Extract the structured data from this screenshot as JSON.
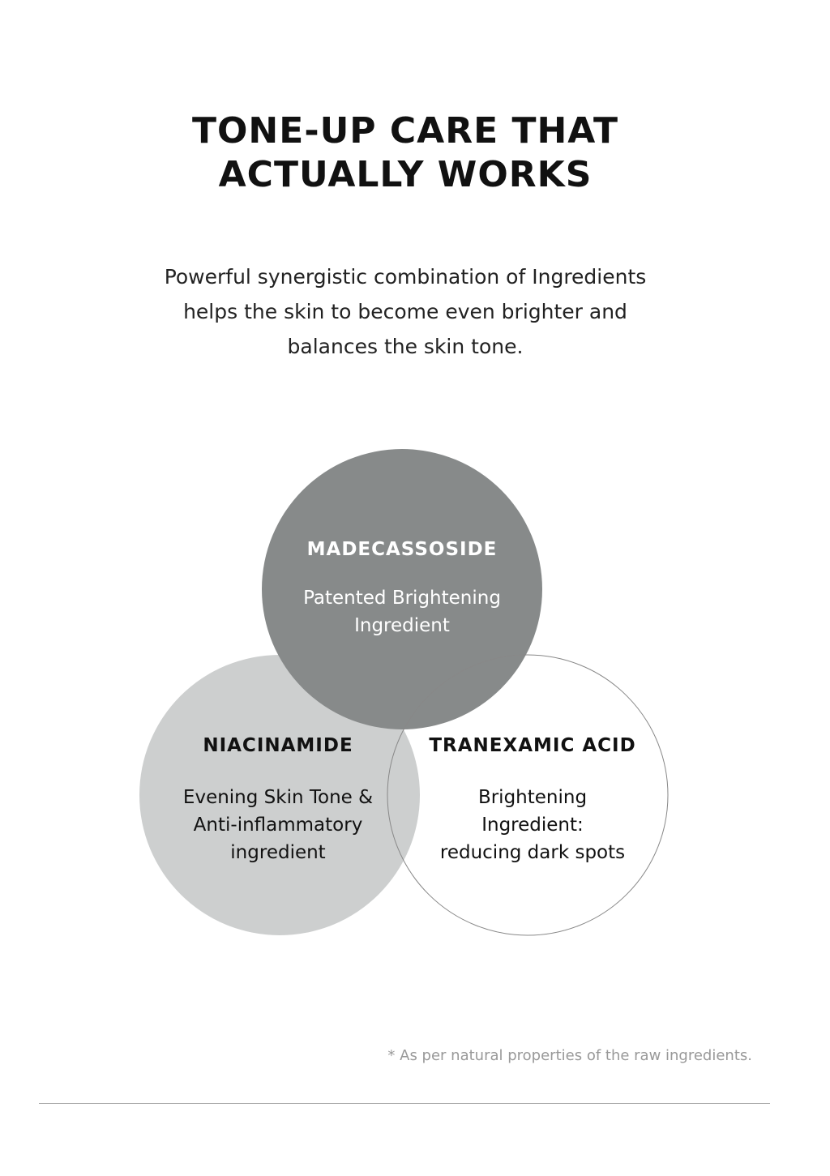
{
  "title": {
    "line1": "TONE-UP CARE THAT",
    "line2": "ACTUALLY WORKS"
  },
  "intro": {
    "line1": "Powerful synergistic combination of Ingredients",
    "line2": "helps the skin to become even brighter and",
    "line3": "balances the skin tone."
  },
  "ingredients": [
    {
      "name": "MADECASSOSIDE",
      "desc": [
        "Patented Brightening",
        "Ingredient"
      ],
      "color": "#878a8a",
      "text_color": "#ffffff"
    },
    {
      "name": "NIACINAMIDE",
      "desc": [
        "Evening Skin Tone &",
        "Anti-inflammatory",
        "ingredient"
      ],
      "color": "#cdcfcf",
      "text_color": "#111111"
    },
    {
      "name": "TRANEXAMIC ACID",
      "desc": [
        "Brightening",
        "Ingredient:",
        "reducing dark spots"
      ],
      "color": "#ffffff",
      "text_color": "#111111"
    }
  ],
  "footnote": "* As per natural properties of the raw ingredients."
}
